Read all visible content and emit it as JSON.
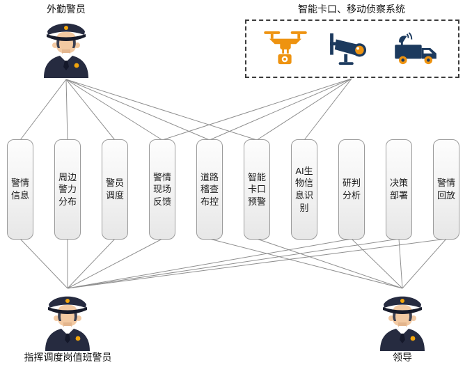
{
  "actors": {
    "field_officer": {
      "label": "外勤警员",
      "icon": "police-officer-icon"
    },
    "dispatcher": {
      "label": "指挥调度岗值班警员",
      "icon": "police-officer-icon"
    },
    "leader": {
      "label": "领导",
      "icon": "police-officer-icon"
    }
  },
  "system": {
    "label": "智能卡口、移动侦察系统",
    "icons": [
      "drone-icon",
      "surveillance-camera-icon",
      "satellite-truck-icon"
    ]
  },
  "process_boxes": [
    {
      "id": "b1",
      "label": "警情信息"
    },
    {
      "id": "b2",
      "label": "周边警力分布"
    },
    {
      "id": "b3",
      "label": "警员调度"
    },
    {
      "id": "b4",
      "label": "警情现场反馈"
    },
    {
      "id": "b5",
      "label": "道路稽查布控"
    },
    {
      "id": "b6",
      "label": "智能卡口预警"
    },
    {
      "id": "b7",
      "label": "AI生物信息识别"
    },
    {
      "id": "b8",
      "label": "研判分析"
    },
    {
      "id": "b9",
      "label": "决策部署"
    },
    {
      "id": "b10",
      "label": "警情回放"
    }
  ],
  "edges": [
    {
      "from": "field_officer",
      "to": "b1"
    },
    {
      "from": "field_officer",
      "to": "b2"
    },
    {
      "from": "field_officer",
      "to": "b3"
    },
    {
      "from": "field_officer",
      "to": "b4"
    },
    {
      "from": "field_officer",
      "to": "b5"
    },
    {
      "from": "field_officer",
      "to": "b6"
    },
    {
      "from": "system",
      "to": "b4"
    },
    {
      "from": "system",
      "to": "b5"
    },
    {
      "from": "system",
      "to": "b6"
    },
    {
      "from": "system",
      "to": "b7"
    },
    {
      "from": "dispatcher",
      "to": "b1"
    },
    {
      "from": "dispatcher",
      "to": "b2"
    },
    {
      "from": "dispatcher",
      "to": "b3"
    },
    {
      "from": "dispatcher",
      "to": "b4"
    },
    {
      "from": "dispatcher",
      "to": "b8"
    },
    {
      "from": "dispatcher",
      "to": "b9"
    },
    {
      "from": "dispatcher",
      "to": "b10"
    },
    {
      "from": "leader",
      "to": "b5"
    },
    {
      "from": "leader",
      "to": "b6"
    },
    {
      "from": "leader",
      "to": "b8"
    },
    {
      "from": "leader",
      "to": "b9"
    },
    {
      "from": "leader",
      "to": "b10"
    }
  ],
  "colors": {
    "accent_orange": "#EE9310",
    "icon_navy": "#1C3A5E",
    "uniform_navy": "#262B40",
    "line_gray": "#8F8F8F",
    "box_border": "#9B9B9B"
  }
}
